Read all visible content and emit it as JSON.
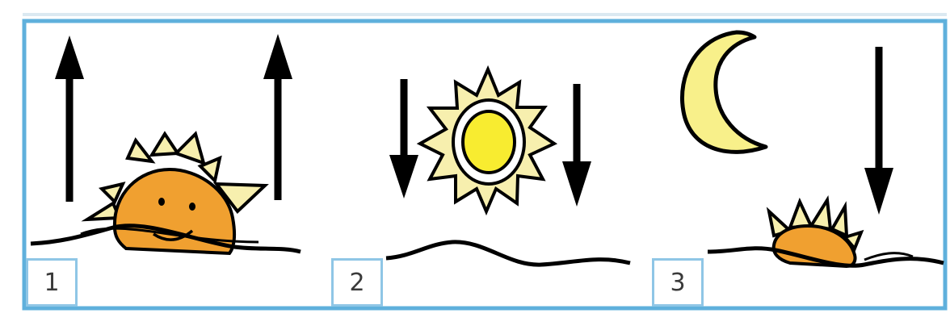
{
  "colors": {
    "frame": "#5fb0dc",
    "label_border": "#8fc6e6",
    "sun_orange": "#f0a030",
    "sun_yellow": "#f8ec30",
    "rays_light": "#f7efae",
    "moon": "#f8f08a",
    "ink": "#000000"
  },
  "panels": [
    {
      "number": "1",
      "sky_object": "rising-sun",
      "arrow_direction": "up"
    },
    {
      "number": "2",
      "sky_object": "midday-sun",
      "arrow_direction": "down"
    },
    {
      "number": "3",
      "sky_object": "moon-and-setting-sun",
      "arrow_direction": "down"
    }
  ]
}
